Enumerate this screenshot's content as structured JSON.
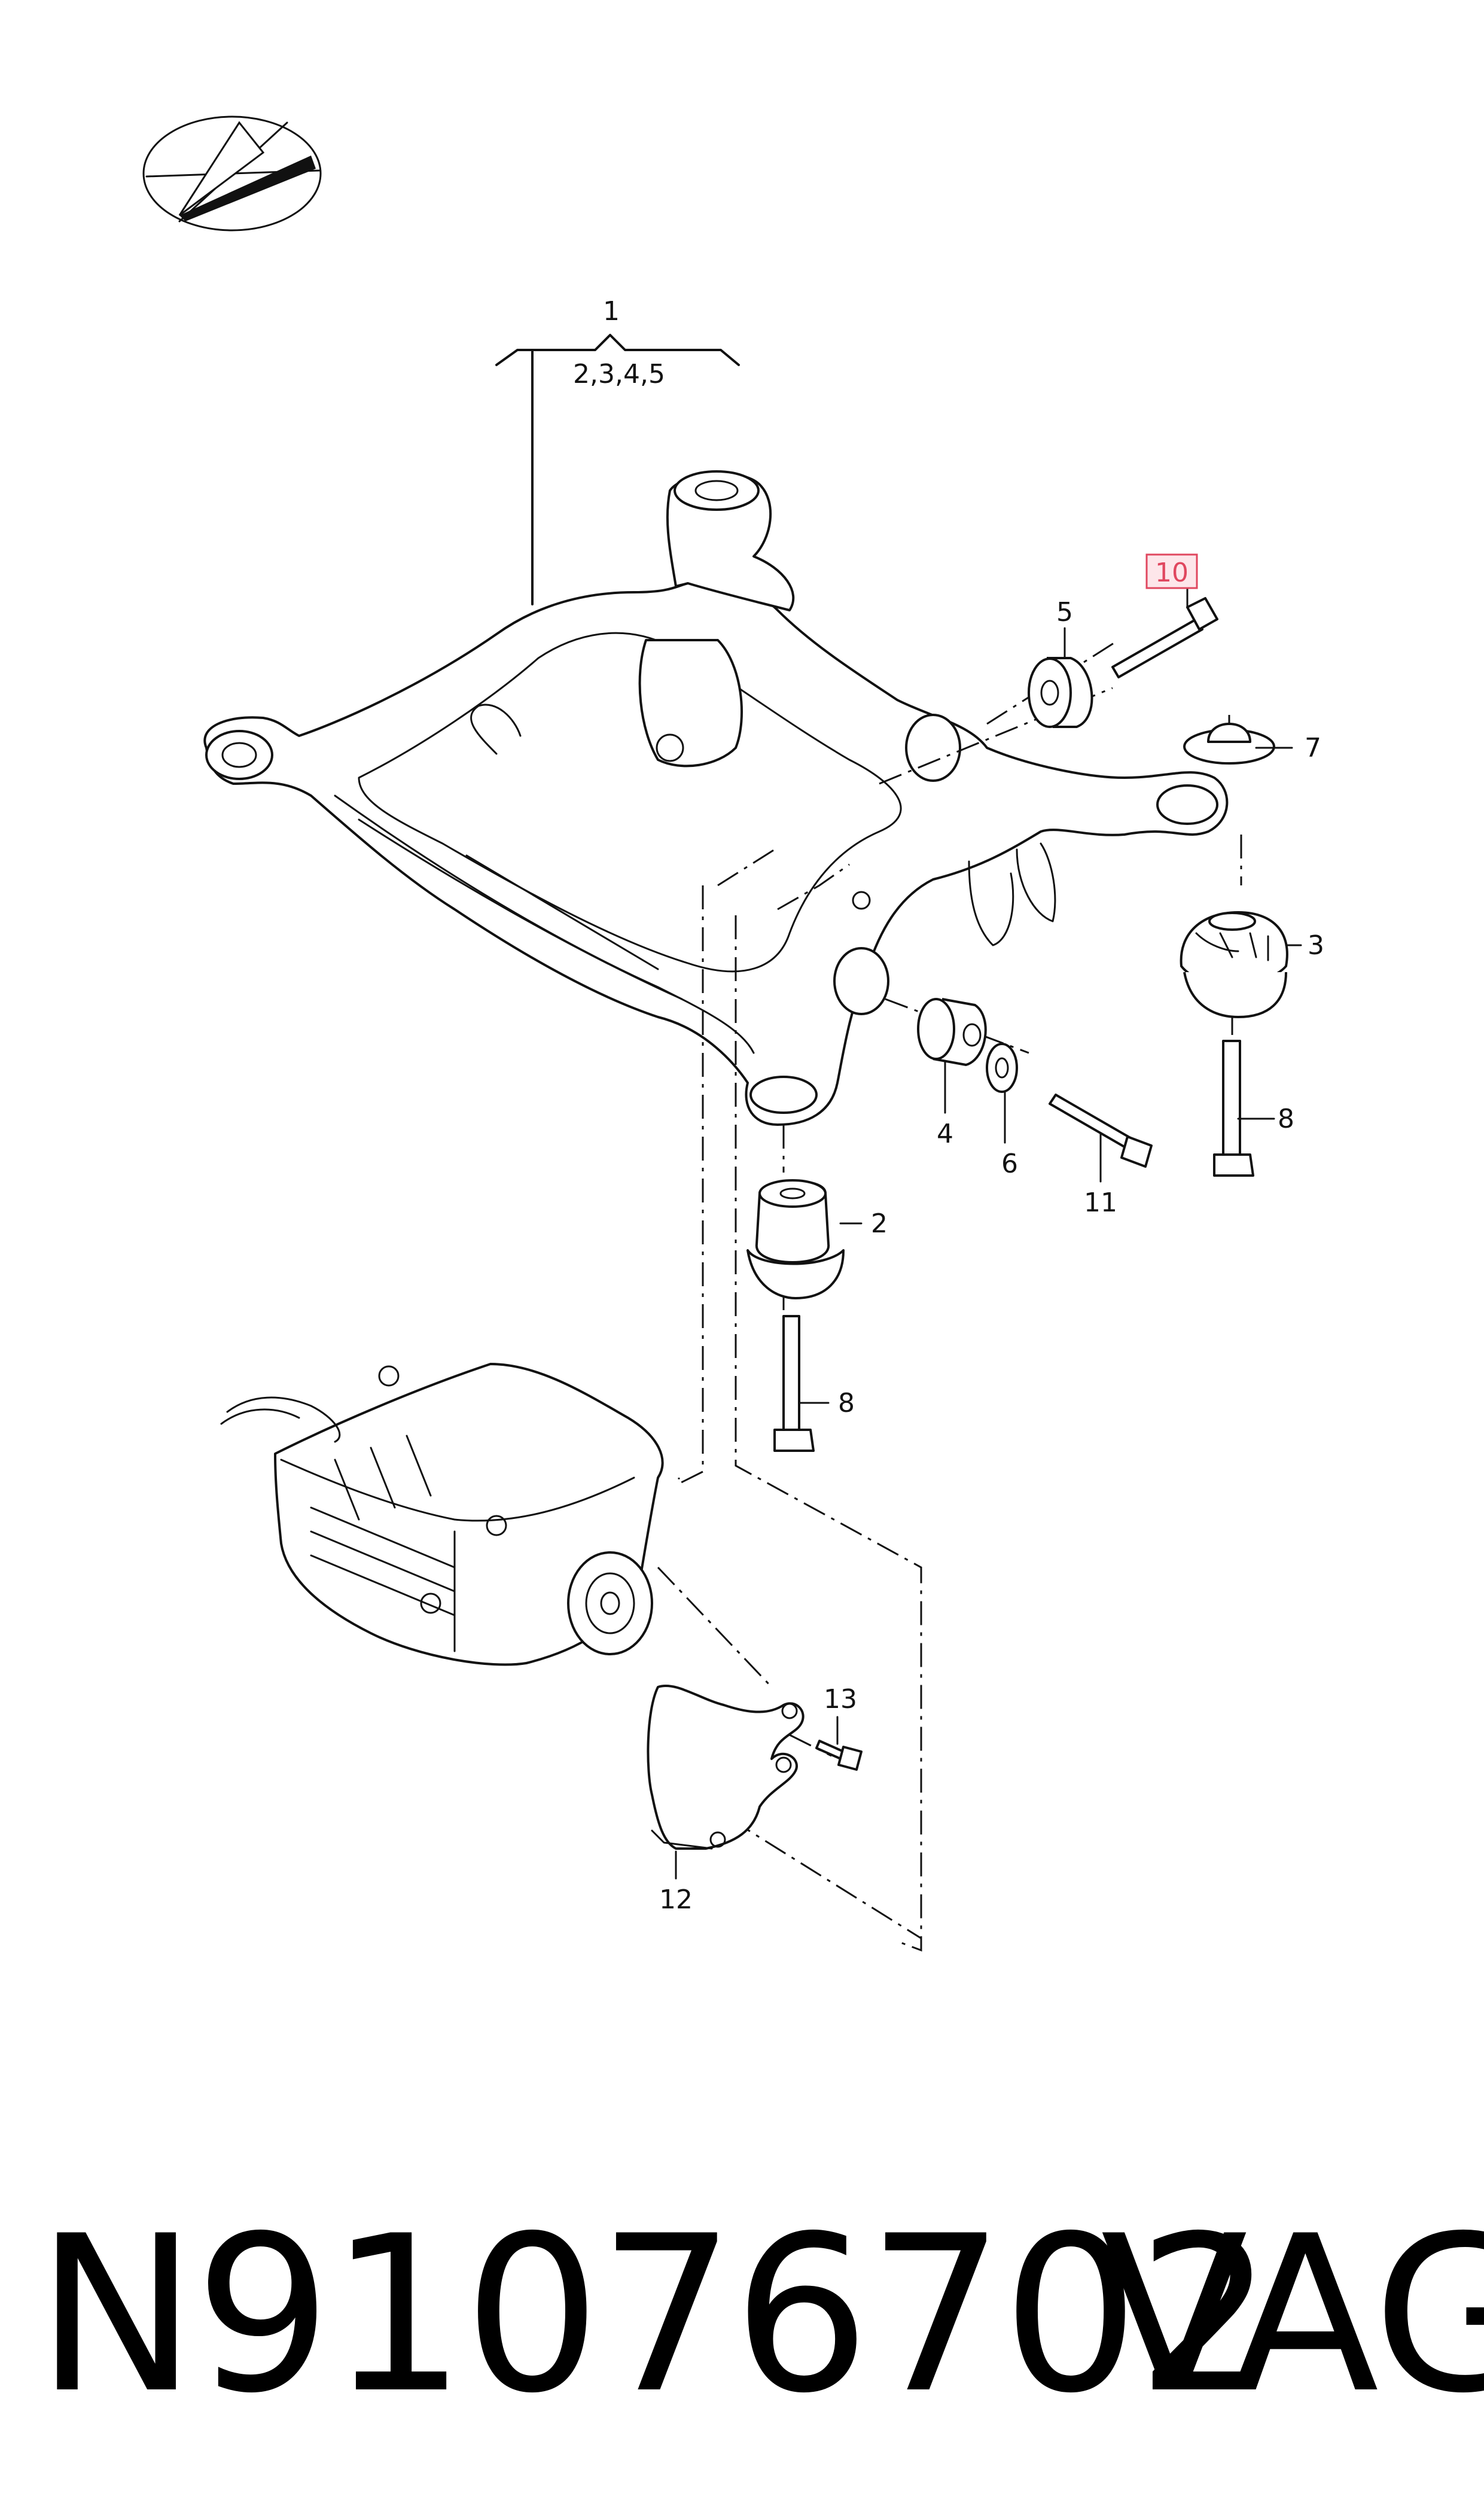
{
  "callouts": {
    "c1": "1",
    "c1_sub": "2,3,4,5",
    "c2": "2",
    "c3": "3",
    "c4": "4",
    "c5": "5",
    "c6": "6",
    "c7": "7",
    "c8a": "8",
    "c8b": "8",
    "c10": "10",
    "c11": "11",
    "c12": "12",
    "c13": "13"
  },
  "highlighted_callout": "10",
  "icons": [
    "compass-logo-icon"
  ],
  "colors": {
    "highlight_border": "#e0475f",
    "highlight_fill": "#fde6ea",
    "ink": "#111111"
  },
  "footer": {
    "part_number": "N91076702",
    "brand": "VAG"
  }
}
